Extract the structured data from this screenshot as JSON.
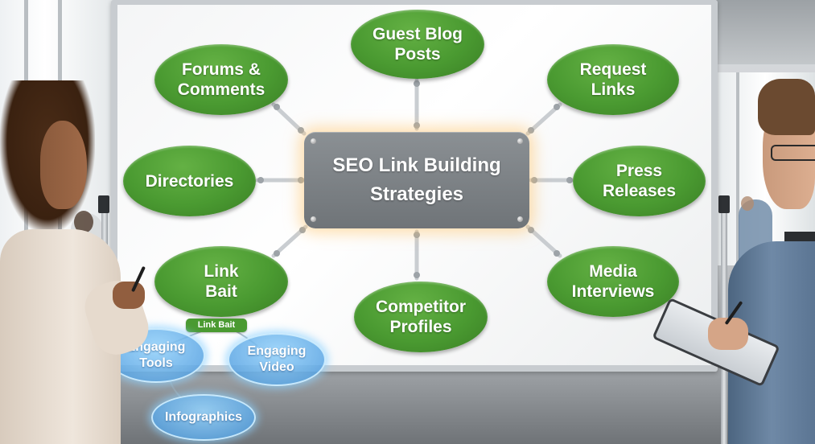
{
  "center": {
    "label": "SEO Link Building Strategies"
  },
  "strategies": [
    {
      "id": "guest-blog-posts",
      "label": "Guest Blog Posts"
    },
    {
      "id": "forums-comments",
      "label": "Forums & Comments"
    },
    {
      "id": "request-links",
      "label": "Request Links"
    },
    {
      "id": "directories",
      "label": "Directories"
    },
    {
      "id": "press-releases",
      "label": "Press Releases"
    },
    {
      "id": "link-bait",
      "label": "Link Bait"
    },
    {
      "id": "competitor-profiles",
      "label": "Competitor Profiles"
    },
    {
      "id": "media-interviews",
      "label": "Media Interviews"
    }
  ],
  "link_bait_tag": "Link Bait",
  "link_bait_ideas": [
    {
      "id": "engaging-tools",
      "label": "Engaging Tools"
    },
    {
      "id": "engaging-video",
      "label": "Engaging Video"
    },
    {
      "id": "infographics",
      "label": "Infographics"
    }
  ],
  "colors": {
    "node_green": "#4a9a31",
    "center_gray": "#7a7f83",
    "bubble_blue": "#5aa8e6",
    "glow": "#ffc46e"
  }
}
